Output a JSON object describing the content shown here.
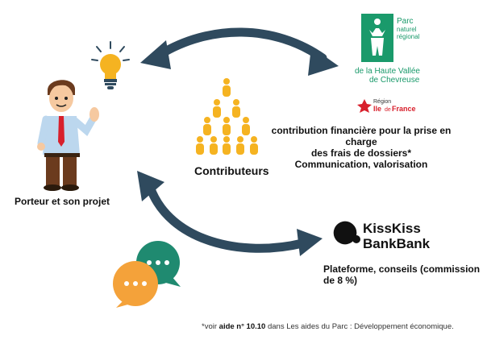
{
  "porteur": {
    "label": "Porteur et son projet"
  },
  "contributeurs": {
    "label": "Contributeurs"
  },
  "parc": {
    "brand_small": "Parc",
    "line1": "naturel",
    "line2": "régional",
    "line3": "de la Haute Vallée",
    "line4": "de Chevreuse",
    "region_top": "Région",
    "region_ile": "Ile",
    "region_de": "de",
    "region_france": "France"
  },
  "finance": {
    "line1": "contribution financière pour la prise en charge",
    "line2": "des frais de dossiers*",
    "line3": "Communication, valorisation"
  },
  "kisskiss": {
    "line1": "KissKiss",
    "line2": "BankBank"
  },
  "plateforme": {
    "label": "Plateforme, conseils (commission de 8 %)"
  },
  "footnote": {
    "prefix": "*voir ",
    "bold": "aide n° 10.10",
    "suffix": " dans Les aides du Parc : Développement économique."
  },
  "colors": {
    "arrow": "#2f4a5e",
    "accent": "#f5a623",
    "parc_green": "#1a9a6b",
    "region_red": "#d8202c",
    "chat_green": "#1f8a70",
    "chat_orange": "#f4a23a"
  }
}
